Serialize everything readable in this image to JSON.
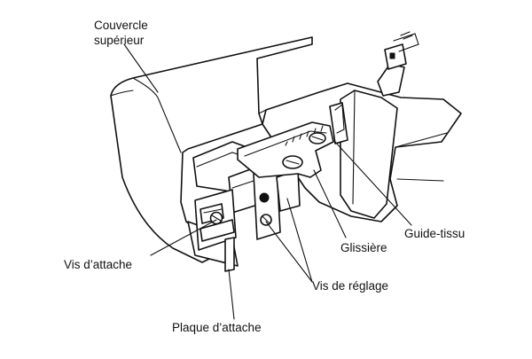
{
  "labels": {
    "top_cover_line1": "Couvercle",
    "top_cover_line2": "supérieur",
    "fabric_guide": "Guide-tissu",
    "slide": "Glissière",
    "mounting_screw": "Vis d’attache",
    "adjusting_screw": "Vis de réglage",
    "mounting_plate": "Plaque d’attache"
  }
}
